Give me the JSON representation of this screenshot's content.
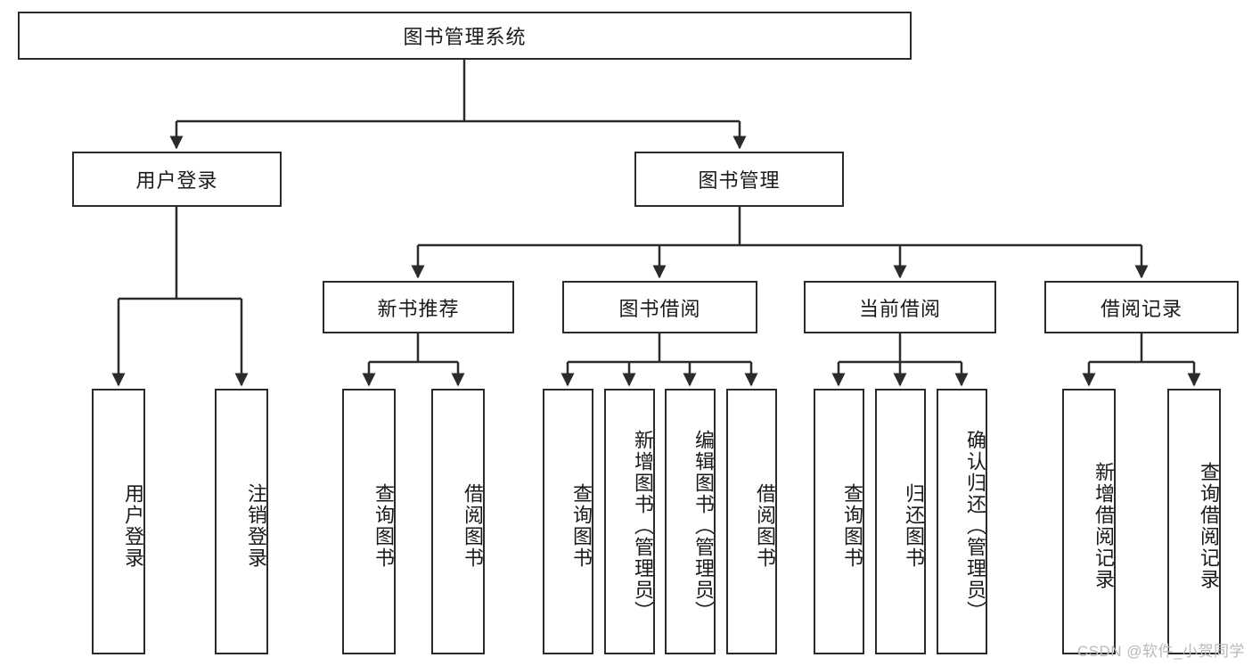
{
  "diagram": {
    "title": "图书管理系统",
    "type": "hierarchy-tree",
    "watermark": "CSDN @软件_小贺同学",
    "colors": {
      "stroke": "#2b2b2b",
      "fill": "#ffffff",
      "text": "#1a1a1a",
      "watermark": "#b9b9b9"
    },
    "nodes": {
      "root": "图书管理系统",
      "level2": {
        "user_login": "用户登录",
        "book_manage": "图书管理"
      },
      "level3": {
        "new_book_rec": "新书推荐",
        "book_borrow": "图书借阅",
        "current_borrow": "当前借阅",
        "borrow_record": "借阅记录"
      },
      "leaves": {
        "user_login_1": "用户登录",
        "user_login_2": "注销登录",
        "new_book_rec_1": "查询图书",
        "new_book_rec_2": "借阅图书",
        "book_borrow_1": "查询图书",
        "book_borrow_2": "新增图书（管理员）",
        "book_borrow_3": "编辑图书（管理员）",
        "book_borrow_4": "借阅图书",
        "current_borrow_1": "查询图书",
        "current_borrow_2": "归还图书",
        "current_borrow_3": "确认归还（管理员）",
        "borrow_record_1": "新增借阅记录",
        "borrow_record_2": "查询借阅记录"
      }
    },
    "edges": [
      {
        "from": "root",
        "to": "user_login"
      },
      {
        "from": "root",
        "to": "book_manage"
      },
      {
        "from": "book_manage",
        "to": "new_book_rec"
      },
      {
        "from": "book_manage",
        "to": "book_borrow"
      },
      {
        "from": "book_manage",
        "to": "current_borrow"
      },
      {
        "from": "book_manage",
        "to": "borrow_record"
      },
      {
        "from": "user_login",
        "to": "user_login_1"
      },
      {
        "from": "user_login",
        "to": "user_login_2"
      },
      {
        "from": "new_book_rec",
        "to": "new_book_rec_1"
      },
      {
        "from": "new_book_rec",
        "to": "new_book_rec_2"
      },
      {
        "from": "book_borrow",
        "to": "book_borrow_1"
      },
      {
        "from": "book_borrow",
        "to": "book_borrow_2"
      },
      {
        "from": "book_borrow",
        "to": "book_borrow_3"
      },
      {
        "from": "book_borrow",
        "to": "book_borrow_4"
      },
      {
        "from": "current_borrow",
        "to": "current_borrow_1"
      },
      {
        "from": "current_borrow",
        "to": "current_borrow_2"
      },
      {
        "from": "current_borrow",
        "to": "current_borrow_3"
      },
      {
        "from": "borrow_record",
        "to": "borrow_record_1"
      },
      {
        "from": "borrow_record",
        "to": "borrow_record_2"
      }
    ]
  }
}
